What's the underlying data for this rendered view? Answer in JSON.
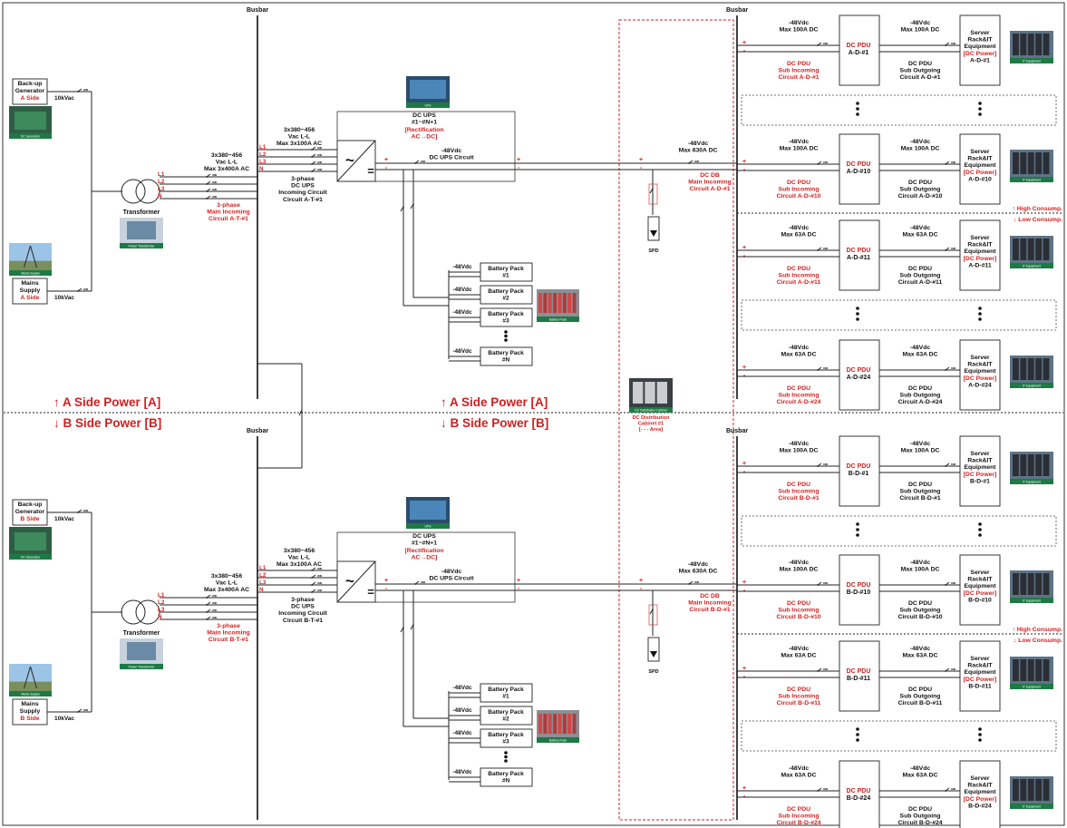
{
  "colors": {
    "red": "#d21f1f",
    "line": "#222222",
    "thumb_green": "#1d7a45"
  },
  "common": {
    "busbar": "Busbar",
    "transformer": "Transformer",
    "kv10": "10kVac",
    "ac_in": [
      "3x380~456",
      "Vac L-L",
      "Max 3x400A AC"
    ],
    "ups_in": [
      "3x380~456",
      "Vac L-L",
      "Max 3x100A AC"
    ],
    "phases": [
      "L1",
      "L2",
      "L3",
      "N"
    ],
    "ups_title": [
      "DC UPS",
      "#1~#N+1"
    ],
    "rect": [
      "[Rectification",
      "AC→DC]"
    ],
    "ups_out": [
      "-48Vdc",
      "DC UPS Circuit"
    ],
    "db_rating": [
      "-48Vdc",
      "Max 630A DC"
    ],
    "v48": "-48Vdc",
    "batt": [
      "Battery Pack #1",
      "Battery Pack #2",
      "Battery Pack #3",
      "Battery Pack #N"
    ],
    "spd": "SPD",
    "pdu_ratings": [
      [
        "-48Vdc",
        "Max 100A DC"
      ],
      [
        "-48Vdc",
        "Max 100A DC"
      ],
      [
        "-48Vdc",
        "Max 63A DC"
      ],
      [
        "-48Vdc",
        "Max 63A DC"
      ]
    ],
    "server": [
      "Server",
      "Rack&IT",
      "Equipment",
      "[DC Power]"
    ],
    "high": "↑ High Consump.",
    "low": "↓ Low Consump.",
    "thumbs": {
      "gen": "DC Generator",
      "mains": "Mains Supply",
      "trans": "Power Transformer",
      "ups": "UPS",
      "battery": "Battery Pack",
      "it": "IT Equipment",
      "cabinet": "DC Distribution Cabinet"
    }
  },
  "cabinet_label": [
    "DC Distribution",
    "Cabinet #1",
    "[- - - Area]"
  ],
  "sides": [
    {
      "gen": [
        "Back-up",
        "Generator",
        "A Side"
      ],
      "mains": [
        "Mains",
        "Supply",
        "A Side"
      ],
      "main_incoming": [
        "3-phase",
        "Main Incoming",
        "Circuit A-T-#1"
      ],
      "ups_incoming": [
        "3-phase",
        "DC UPS",
        "Incoming Circuit",
        "Circuit A-T-#1"
      ],
      "db": [
        "DC DB",
        "Main Incoming",
        "Circuit A-D-#1"
      ],
      "pdus": [
        {
          "pdu": [
            "DC PDU",
            "A-D-#1"
          ],
          "inc": [
            "DC PDU",
            "Sub Incoming",
            "Circuit A-D-#1"
          ],
          "out": [
            "DC PDU",
            "Sub Outgoing",
            "Circuit A-D-#1"
          ],
          "srv": "A-D-#1"
        },
        {
          "pdu": [
            "DC PDU",
            "A-D-#10"
          ],
          "inc": [
            "DC PDU",
            "Sub Incoming",
            "Circuit A-D-#10"
          ],
          "out": [
            "DC PDU",
            "Sub Outgoing",
            "Circuit A-D-#10"
          ],
          "srv": "A-D-#10"
        },
        {
          "pdu": [
            "DC PDU",
            "A-D-#11"
          ],
          "inc": [
            "DC PDU",
            "Sub Incoming",
            "Circuit A-D-#11"
          ],
          "out": [
            "DC PDU",
            "Sub Outgoing",
            "Circuit A-D-#11"
          ],
          "srv": "A-D-#11"
        },
        {
          "pdu": [
            "DC PDU",
            "A-D-#24"
          ],
          "inc": [
            "DC PDU",
            "Sub Incoming",
            "Circuit A-D-#24"
          ],
          "out": [
            "DC PDU",
            "Sub Outgoing",
            "Circuit A-D-#24"
          ],
          "srv": "A-D-#24"
        }
      ]
    },
    {
      "gen": [
        "Back-up",
        "Generator",
        "B Side"
      ],
      "mains": [
        "Mains",
        "Supply",
        "B Side"
      ],
      "main_incoming": [
        "3-phase",
        "Main Incoming",
        "Circuit B-T-#1"
      ],
      "ups_incoming": [
        "3-phase",
        "DC UPS",
        "Incoming Circuit",
        "Circuit B-T-#1"
      ],
      "db": [
        "DC DB",
        "Main Incoming",
        "Circuit B-D-#1"
      ],
      "pdus": [
        {
          "pdu": [
            "DC PDU",
            "B-D-#1"
          ],
          "inc": [
            "DC PDU",
            "Sub Incoming",
            "Circuit B-D-#1"
          ],
          "out": [
            "DC PDU",
            "Sub Outgoing",
            "Circuit B-D-#1"
          ],
          "srv": "B-D-#1"
        },
        {
          "pdu": [
            "DC PDU",
            "B-D-#10"
          ],
          "inc": [
            "DC PDU",
            "Sub Incoming",
            "Circuit B-D-#10"
          ],
          "out": [
            "DC PDU",
            "Sub Outgoing",
            "Circuit B-D-#10"
          ],
          "srv": "B-D-#10"
        },
        {
          "pdu": [
            "DC PDU",
            "B-D-#11"
          ],
          "inc": [
            "DC PDU",
            "Sub Incoming",
            "Circuit B-D-#11"
          ],
          "out": [
            "DC PDU",
            "Sub Outgoing",
            "Circuit B-D-#11"
          ],
          "srv": "B-D-#11"
        },
        {
          "pdu": [
            "DC PDU",
            "B-D-#24"
          ],
          "inc": [
            "DC PDU",
            "Sub Incoming",
            "Circuit B-D-#24"
          ],
          "out": [
            "DC PDU",
            "Sub Outgoing",
            "Circuit B-D-#24"
          ],
          "srv": "B-D-#24"
        }
      ]
    }
  ],
  "power_labels": {
    "a": "↑ A Side Power [A]",
    "b": "↓ B Side Power [B]"
  }
}
